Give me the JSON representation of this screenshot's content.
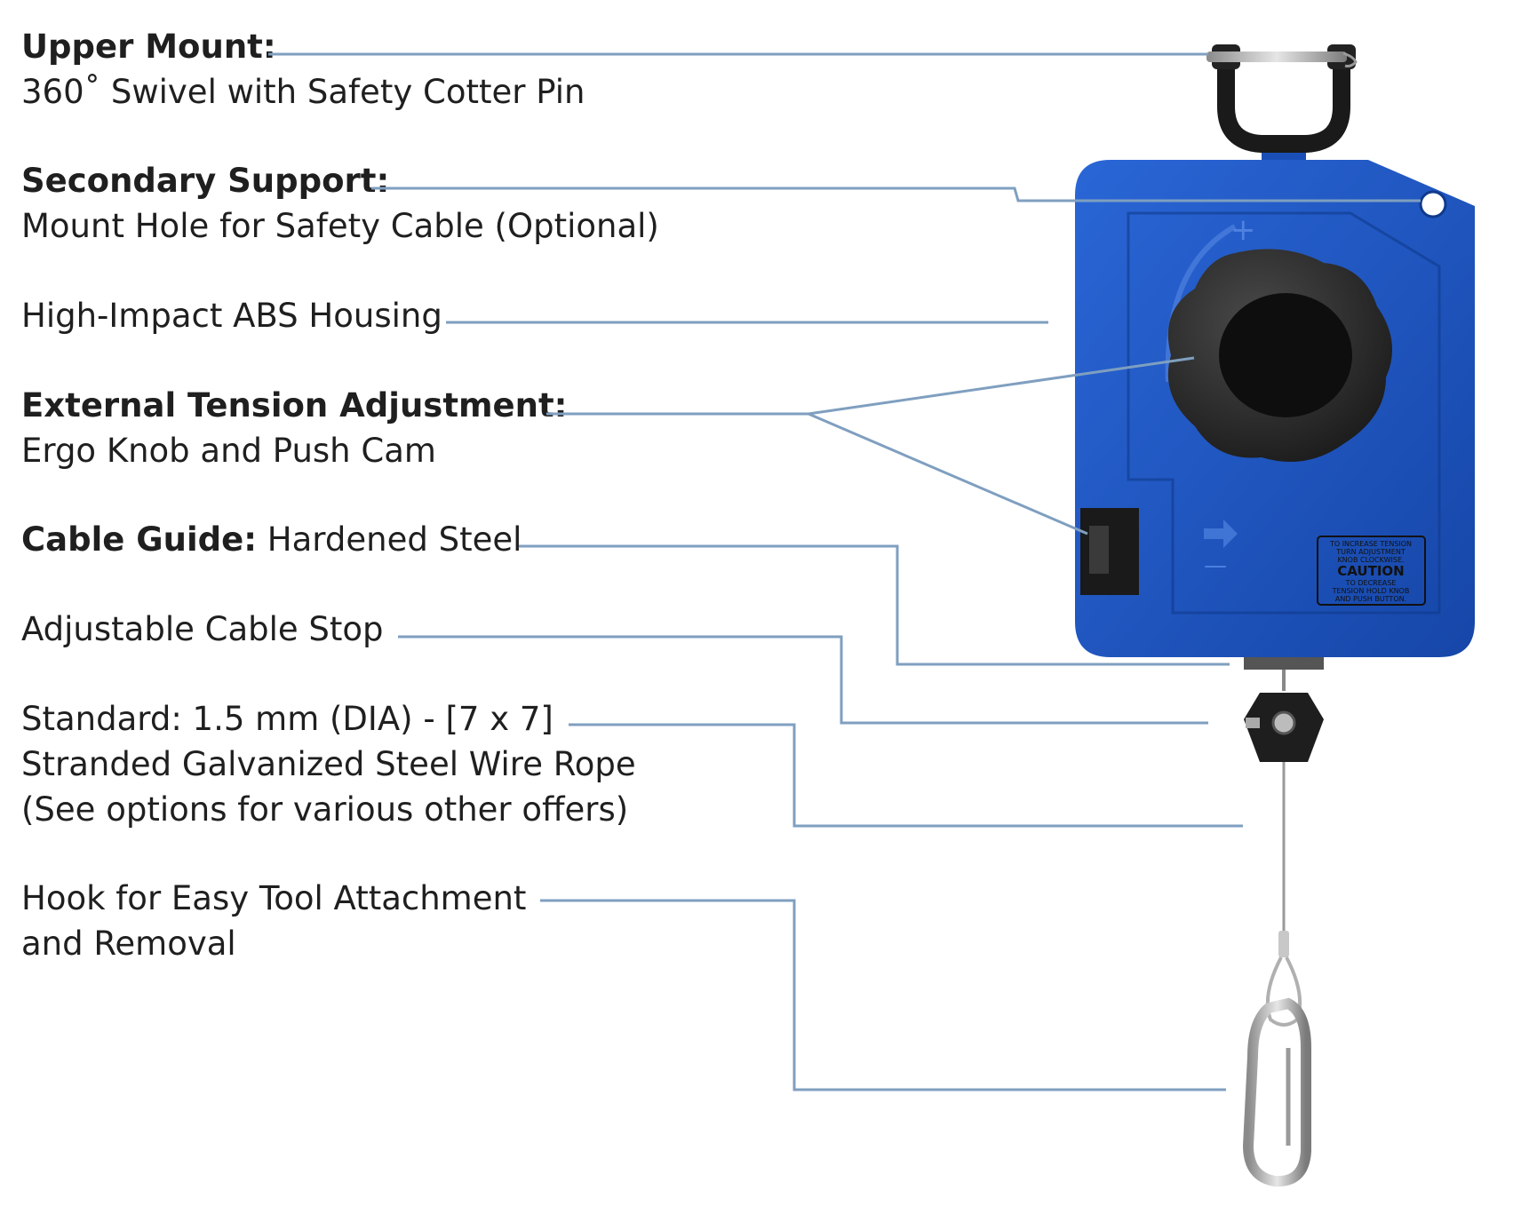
{
  "callouts": [
    {
      "head": "Upper Mount:",
      "lines": [
        "360˚ Swivel with Safety Cotter Pin"
      ]
    },
    {
      "head": "Secondary Support:",
      "lines": [
        "Mount Hole for Safety Cable (Optional)"
      ]
    },
    {
      "head": "",
      "lines": [
        "High-Impact ABS Housing"
      ]
    },
    {
      "head": "External Tension Adjustment:",
      "lines": [
        "Ergo Knob and Push Cam"
      ]
    },
    {
      "head": "Cable Guide:",
      "tail": " Hardened Steel",
      "lines": []
    },
    {
      "head": "",
      "lines": [
        "Adjustable Cable Stop"
      ]
    },
    {
      "head": "",
      "lines": [
        "Standard: 1.5 mm (DIA) - [7 x 7]",
        "Stranded Galvanized Steel Wire Rope",
        "(See options for various other offers)"
      ]
    },
    {
      "head": "",
      "lines": [
        "Hook for Easy Tool Attachment",
        "and Removal"
      ]
    }
  ],
  "caution_label": {
    "top_lines": [
      "TO INCREASE TENSION",
      "TURN ADJUSTMENT",
      "KNOB CLOCKWISE."
    ],
    "title": "CAUTION",
    "bottom_lines": [
      "TO DECREASE",
      "TENSION HOLD KNOB",
      "AND PUSH BUTTON."
    ]
  },
  "dial_marks": {
    "plus": "+",
    "minus": "—"
  },
  "colors": {
    "housing": "#1a52c0",
    "housing_dark": "#123f9a",
    "leader_line": "#7f9fc0",
    "text": "#1f1f1f",
    "knob": "#2a2a2a"
  }
}
